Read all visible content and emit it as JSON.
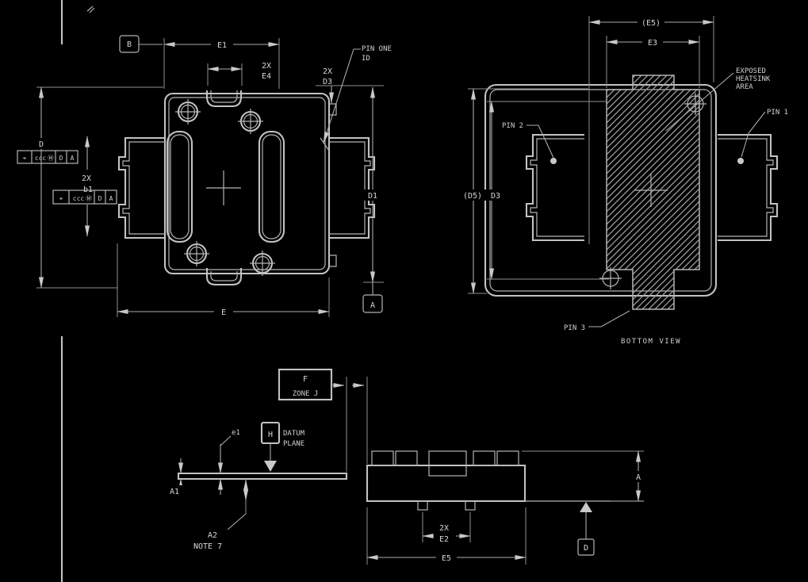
{
  "colors": {
    "background": "#000000",
    "line": "#c2c2c2",
    "dim_line": "#ababab",
    "text": "#d6d6d6",
    "hatch": "#9f9f9f"
  },
  "views": {
    "top_view": {
      "datum_b": "B",
      "dim_e1": "E1",
      "qty_e4": "2X",
      "dim_e4": "E4",
      "qty_d3": "2X",
      "dim_d3": "D3",
      "pin_one_l1": "PIN ONE",
      "pin_one_l2": "ID",
      "dim_d": "D",
      "dim_d1": "D1",
      "dim_e": "E",
      "datum_a": "A",
      "qty_b1": "2X",
      "dim_b1": "b1",
      "fcf1": {
        "sym": "⌖",
        "tol": "ccc",
        "mod": "Ⓜ",
        "ref1": "D",
        "ref2": "A"
      },
      "fcf2": {
        "sym": "⌖",
        "tol": "ccc",
        "mod": "Ⓜ",
        "ref1": "D",
        "ref2": "A"
      }
    },
    "bottom_view": {
      "dim_e5_ref": "(E5)",
      "dim_e3": "E3",
      "dim_d5_ref": "(D5)",
      "dim_d3": "D3",
      "pin1": "PIN 1",
      "pin2": "PIN 2",
      "pin3": "PIN 3",
      "exposed_l1": "EXPOSED",
      "exposed_l2": "HEATSINK",
      "exposed_l3": "AREA",
      "caption": "BOTTOM VIEW"
    },
    "side_view": {
      "dim_f": "F",
      "zone_note": "ZONE J",
      "datum_h": "H",
      "datum_plane_l1": "DATUM",
      "datum_plane_l2": "PLANE",
      "dim_e1_small": "e1",
      "dim_a1": "A1",
      "dim_a2": "A2",
      "note_7": "NOTE 7",
      "qty_e2": "2X",
      "dim_e2": "E2",
      "dim_e5": "E5",
      "dim_a": "A",
      "datum_d": "D"
    }
  }
}
